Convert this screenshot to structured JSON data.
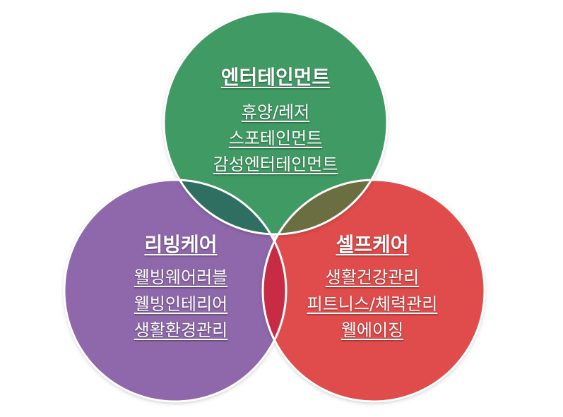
{
  "colors": {
    "entertainment": "#3f9a64",
    "living": "#8e68aa",
    "self": "#e04b4b",
    "overlap_top_left": "#2f6f61",
    "overlap_top_right": "#6a6e40",
    "overlap_bottom": "#c82c45",
    "center": "#943b43",
    "outline": "#ffffff"
  },
  "circles": {
    "entertainment": {
      "title": "엔터테인먼트",
      "items": [
        "휴양/레저",
        "스포테인먼트",
        "감성엔터테인먼트"
      ]
    },
    "living": {
      "title": "리빙케어",
      "items": [
        "웰빙웨어러블",
        "웰빙인테리어",
        "생활환경관리"
      ]
    },
    "self": {
      "title": "셀프케어",
      "items": [
        "생활건강관리",
        "피트니스/체력관리",
        "웰에이징"
      ]
    }
  }
}
